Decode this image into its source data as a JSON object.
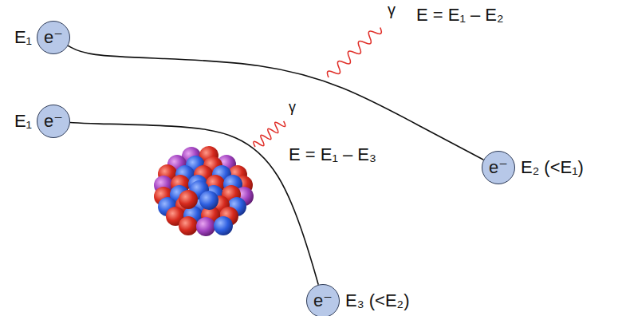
{
  "diagram": {
    "nodes": [
      {
        "text": [
          "E₁",
          "e⁻"
        ]
      },
      {
        "text": [
          "E₁",
          "e⁻"
        ]
      },
      {
        "text": [
          "e⁻",
          "E₂ (<E₁)"
        ]
      },
      {
        "text": [
          "e⁻",
          "E₃ (<E₂)"
        ]
      }
    ],
    "edges": [
      {
        "from": 0,
        "to": 2,
        "arrow": "none"
      },
      {
        "from": 1,
        "to": 3,
        "arrow": "none"
      }
    ],
    "labels": [
      "γ",
      "E = E₁ – E₂",
      "γ",
      "E = E₁ – E₃"
    ]
  }
}
